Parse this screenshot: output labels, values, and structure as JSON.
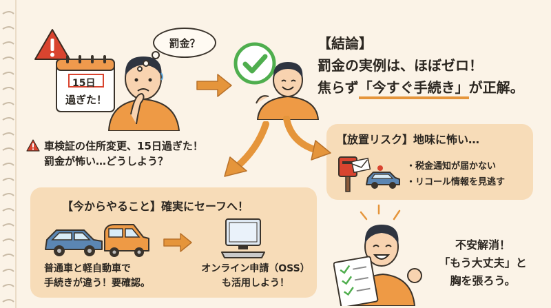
{
  "calendar": {
    "line1": "15日",
    "line2": "過ぎた！"
  },
  "thought": {
    "text": "罰金？"
  },
  "warning": {
    "line1": "車検証の住所変更、15日過ぎた！",
    "line2": "罰金が怖い…どうしよう？"
  },
  "conclusion": {
    "heading": "【結論】",
    "line1": "罰金の実例は、ほぼゼロ！",
    "line2_pre": "焦らず",
    "line2_highlight": "「今すぐ手続き」",
    "line2_post": "が正解。"
  },
  "risk": {
    "title": "【放置リスク】地味に怖い…",
    "items": [
      "・税金通知が届かない",
      "・リコール情報を見逃す"
    ]
  },
  "action": {
    "title": "【今からやること】確実にセーフへ！",
    "car_caption_line1": "普通車と軽自動車で",
    "car_caption_line2": "手続きが違う！要確認。",
    "oss_caption_line1": "オンライン申請（OSS）",
    "oss_caption_line2": "も活用しよう！"
  },
  "relief": {
    "line1": "不安解消！",
    "line2": "「もう大丈夫」と",
    "line3": "胸を張ろう。"
  },
  "colors": {
    "background": "#fbf3e7",
    "panel": "#f7dcb8",
    "accent_orange": "#e5953b",
    "shirt_orange": "#ee9a45",
    "check_green": "#4fae4e",
    "warning_red": "#d9442f",
    "car_blue": "#5b86b3"
  },
  "icons": [
    "warning-icon",
    "calendar-icon",
    "check-icon",
    "mailbox-icon",
    "car-icon",
    "computer-icon",
    "document-icon"
  ]
}
